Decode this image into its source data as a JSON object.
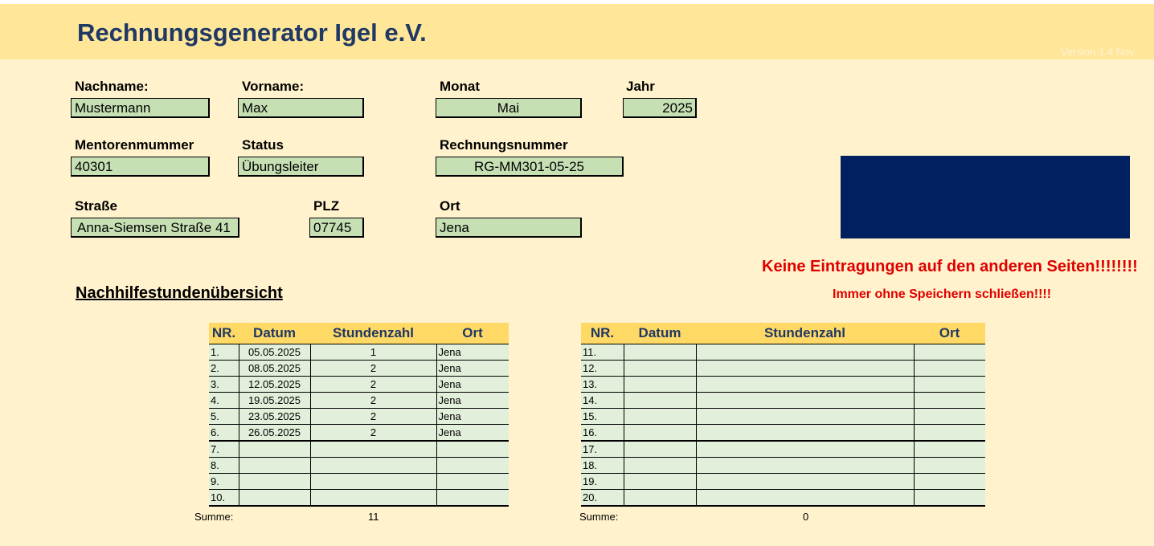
{
  "header": {
    "title": "Rechnungsgenerator Igel e.V.",
    "version": "Version 1.4     Nov"
  },
  "form": {
    "nachname_label": "Nachname:",
    "nachname_value": "Mustermann",
    "vorname_label": "Vorname:",
    "vorname_value": "Max",
    "monat_label": "Monat",
    "monat_value": "Mai",
    "jahr_label": "Jahr",
    "jahr_value": "2025",
    "mentor_label": "Mentorenmummer",
    "mentor_value": "40301",
    "status_label": "Status",
    "status_value": "Übungsleiter",
    "rechnung_label": "Rechnungsnummer",
    "rechnung_value": "RG-MM301-05-25",
    "strasse_label": "Straße",
    "strasse_value": "Anna-Siemsen Straße 41",
    "plz_label": "PLZ",
    "plz_value": "07745",
    "ort_label": "Ort",
    "ort_value": "Jena"
  },
  "warnings": {
    "line1": "Keine Eintragungen auf den anderen Seiten!!!!!!!!",
    "line2": "Immer ohne Speichern schließen!!!!"
  },
  "section_title": "Nachhilfestundenübersicht",
  "table_headers": {
    "nr": "NR.",
    "datum": "Datum",
    "stunden": "Stundenzahl",
    "ort": "Ort"
  },
  "table_left": [
    {
      "nr": "1.",
      "datum": "05.05.2025",
      "stunden": "1",
      "ort": "Jena"
    },
    {
      "nr": "2.",
      "datum": "08.05.2025",
      "stunden": "2",
      "ort": "Jena"
    },
    {
      "nr": "3.",
      "datum": "12.05.2025",
      "stunden": "2",
      "ort": "Jena"
    },
    {
      "nr": "4.",
      "datum": "19.05.2025",
      "stunden": "2",
      "ort": "Jena"
    },
    {
      "nr": "5.",
      "datum": "23.05.2025",
      "stunden": "2",
      "ort": "Jena"
    },
    {
      "nr": "6.",
      "datum": "26.05.2025",
      "stunden": "2",
      "ort": "Jena"
    },
    {
      "nr": "7.",
      "datum": "",
      "stunden": "",
      "ort": ""
    },
    {
      "nr": "8.",
      "datum": "",
      "stunden": "",
      "ort": ""
    },
    {
      "nr": "9.",
      "datum": "",
      "stunden": "",
      "ort": ""
    },
    {
      "nr": "10.",
      "datum": "",
      "stunden": "",
      "ort": ""
    }
  ],
  "table_right": [
    {
      "nr": "11.",
      "datum": "",
      "stunden": "",
      "ort": ""
    },
    {
      "nr": "12.",
      "datum": "",
      "stunden": "",
      "ort": ""
    },
    {
      "nr": "13.",
      "datum": "",
      "stunden": "",
      "ort": ""
    },
    {
      "nr": "14.",
      "datum": "",
      "stunden": "",
      "ort": ""
    },
    {
      "nr": "15.",
      "datum": "",
      "stunden": "",
      "ort": ""
    },
    {
      "nr": "16.",
      "datum": "",
      "stunden": "",
      "ort": ""
    },
    {
      "nr": "17.",
      "datum": "",
      "stunden": "",
      "ort": ""
    },
    {
      "nr": "18.",
      "datum": "",
      "stunden": "",
      "ort": ""
    },
    {
      "nr": "19.",
      "datum": "",
      "stunden": "",
      "ort": ""
    },
    {
      "nr": "20.",
      "datum": "",
      "stunden": "",
      "ort": ""
    }
  ],
  "summary": {
    "label": "Summe:",
    "left_total": "11",
    "right_total": "0"
  },
  "colors": {
    "header_bg": "#ffe699",
    "page_bg": "#fff2cc",
    "field_bg": "#c6e0b4",
    "title": "#1f3864",
    "table_header_bg": "#ffd966",
    "table_cell_bg": "#e2efda",
    "warning": "#e00000",
    "logo_box": "#002060"
  }
}
